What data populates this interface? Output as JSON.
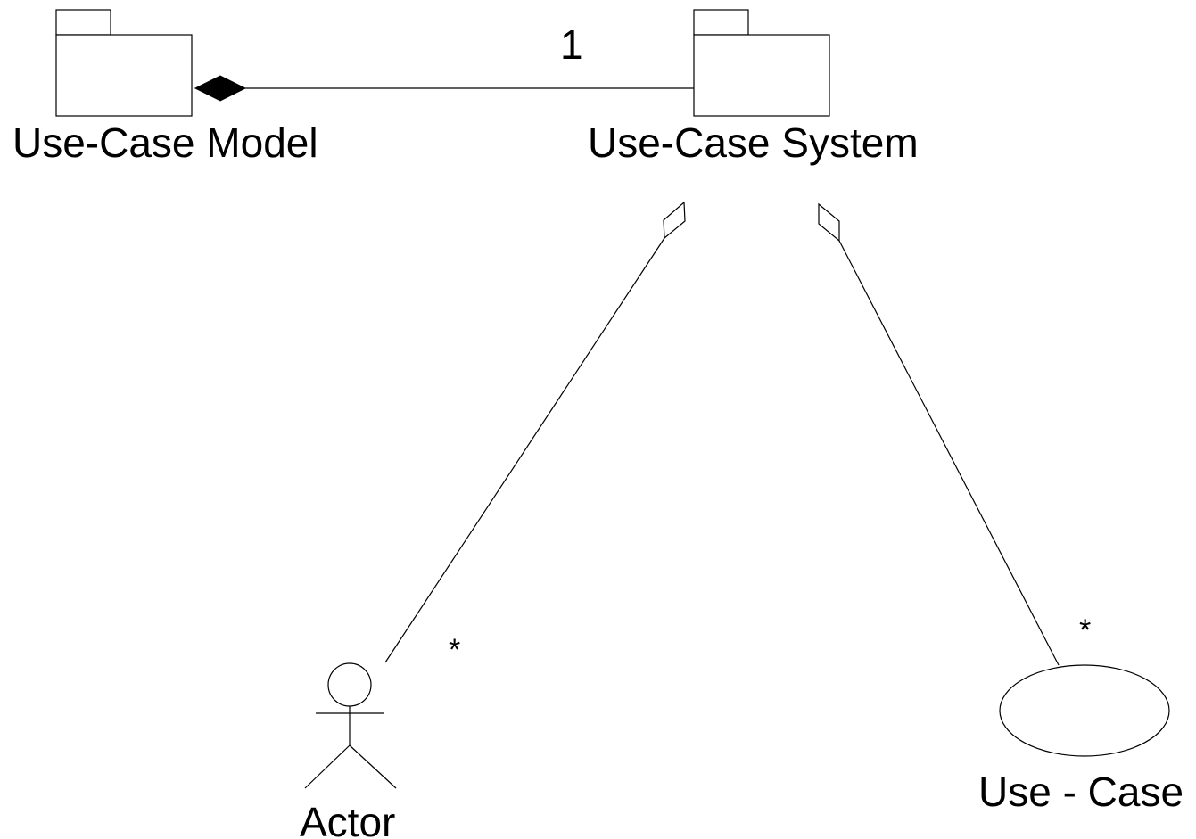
{
  "diagram": {
    "nodes": {
      "use_case_model": {
        "label": "Use-Case Model",
        "shape": "package"
      },
      "use_case_system": {
        "label": "Use-Case System",
        "shape": "package"
      },
      "actor": {
        "label": "Actor",
        "shape": "stick-figure"
      },
      "use_case": {
        "label": "Use - Case",
        "shape": "ellipse"
      }
    },
    "edges": {
      "model_to_system": {
        "from": "Use-Case Model",
        "to": "Use-Case System",
        "kind": "composition",
        "multiplicity": "1"
      },
      "system_to_actor": {
        "from": "Use-Case System",
        "to": "Actor",
        "kind": "aggregation",
        "multiplicity": "*"
      },
      "system_to_use_case": {
        "from": "Use-Case System",
        "to": "Use - Case",
        "kind": "aggregation",
        "multiplicity": "*"
      }
    },
    "colors": {
      "stroke": "#000000",
      "background": "#ffffff"
    }
  }
}
